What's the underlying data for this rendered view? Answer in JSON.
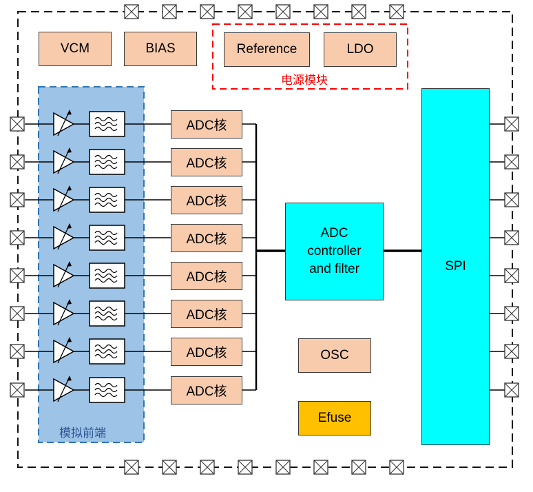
{
  "blocks": {
    "vcm": "VCM",
    "bias": "BIAS",
    "reference": "Reference",
    "ldo": "LDO",
    "power_group_label": "电源模块",
    "afe_group_label": "模拟前端",
    "adc_controller_line1": "ADC",
    "adc_controller_line2": "controller",
    "adc_controller_line3": "and filter",
    "spi": "SPI",
    "osc": "OSC",
    "efuse": "Efuse"
  },
  "adc_cores": [
    "ADC核",
    "ADC核",
    "ADC核",
    "ADC核",
    "ADC核",
    "ADC核",
    "ADC核",
    "ADC核"
  ],
  "colors": {
    "peach": "#f8cbad",
    "cyan": "#00ffff",
    "gold": "#ffc000",
    "afe_fill": "#9dc3e6",
    "afe_border": "#2e75b6",
    "power_border": "#ff0000"
  }
}
